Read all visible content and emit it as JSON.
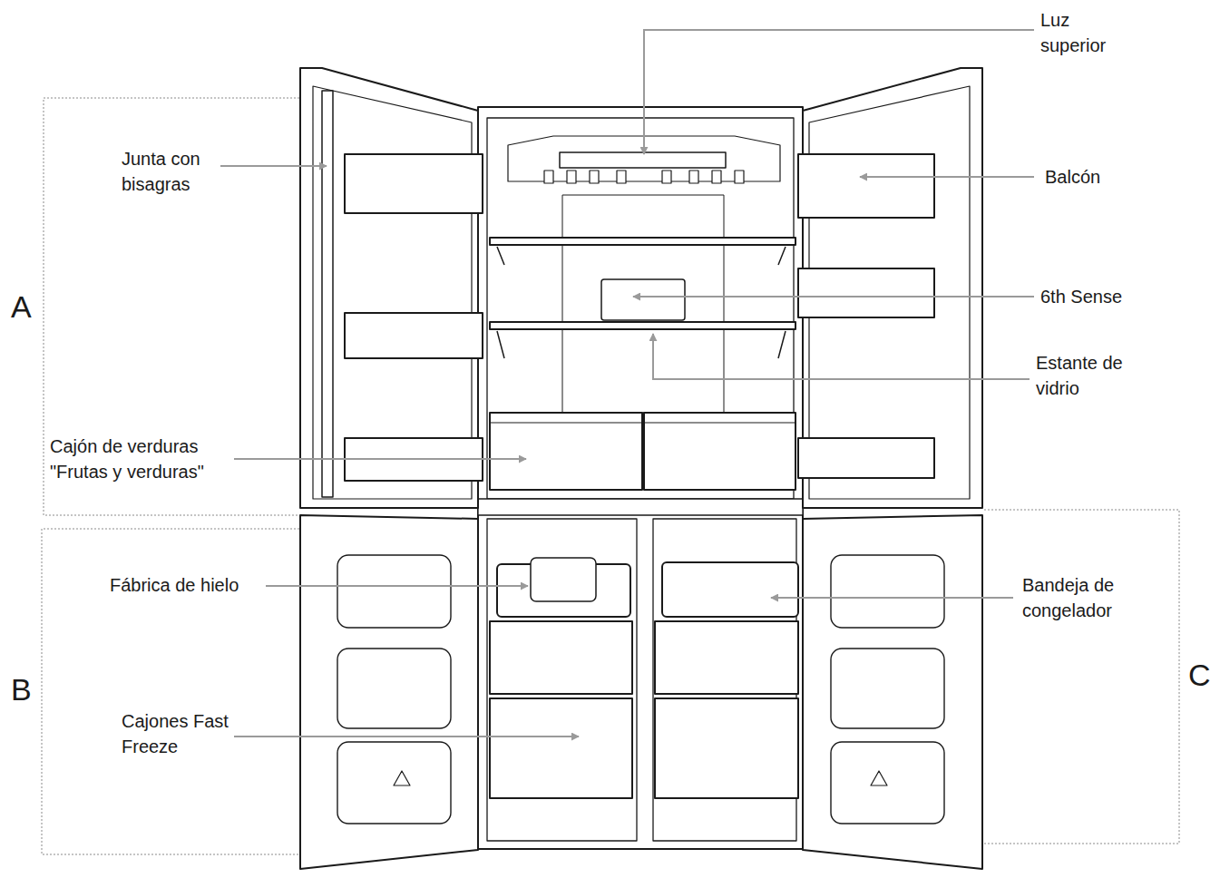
{
  "diagram": {
    "labels": [
      "Luz superior",
      "Junta con bisagras",
      "Balcón",
      "6th Sense",
      "Estante de vidrio",
      "Cajón de verduras \"Frutas y verduras\"",
      "Fábrica de hielo",
      "Bandeja de congelador",
      "Cajones Fast Freeze",
      "A",
      "B",
      "C"
    ]
  }
}
